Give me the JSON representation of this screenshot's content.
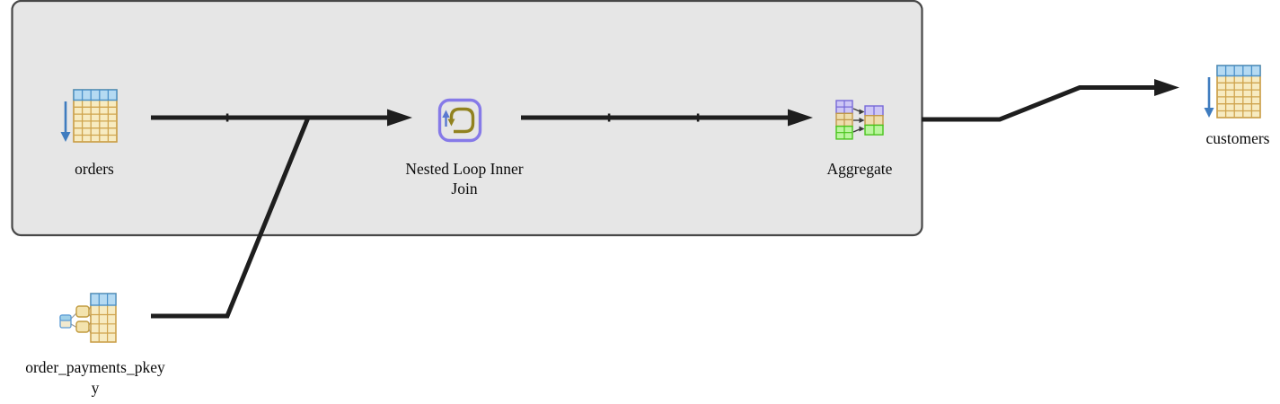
{
  "diagram": {
    "kind": "query-plan-graph",
    "colors": {
      "canvas_bg": "#ffffff",
      "group_fill": "#e6e6e6",
      "group_border": "#474747",
      "edge": "#1e1e1e",
      "label": "#0a0a0a",
      "table_header_fill": "#b5daf2",
      "table_header_line": "#4a90c8",
      "table_body_fill": "#f7ebc1",
      "table_body_line": "#cfa44e",
      "seqscan_arrow": "#3f7cbf",
      "loop_outer": "#867ae8",
      "loop_inner": "#91821f",
      "agg_purple_fill": "#cdc6f5",
      "agg_purple_line": "#7668d8",
      "agg_tan_fill": "#eeddad",
      "agg_tan_line": "#c0984a",
      "agg_green_fill": "#baf59e",
      "agg_green_line": "#49c41c"
    },
    "nodes": [
      {
        "id": "orders",
        "node_type": "Seq Scan",
        "label": "orders"
      },
      {
        "id": "nested_loop",
        "node_type": "Nested Loop Inner Join",
        "label": "Nested Loop Inner Join",
        "label_line1": "Nested Loop Inner",
        "label_line2": "Join"
      },
      {
        "id": "aggregate",
        "node_type": "Aggregate",
        "label": "Aggregate"
      },
      {
        "id": "order_payments_pkey",
        "node_type": "Index Scan",
        "label": "order_payments_pkeyy",
        "label_line1": "order_payments_pkey",
        "label_line2": "y"
      },
      {
        "id": "customers",
        "node_type": "Seq Scan",
        "label": "customers"
      }
    ],
    "edges": [
      {
        "from": "orders",
        "to": "nested_loop"
      },
      {
        "from": "order_payments_pkey",
        "to": "nested_loop"
      },
      {
        "from": "nested_loop",
        "to": "aggregate"
      },
      {
        "from": "aggregate",
        "to": "customers"
      }
    ]
  }
}
